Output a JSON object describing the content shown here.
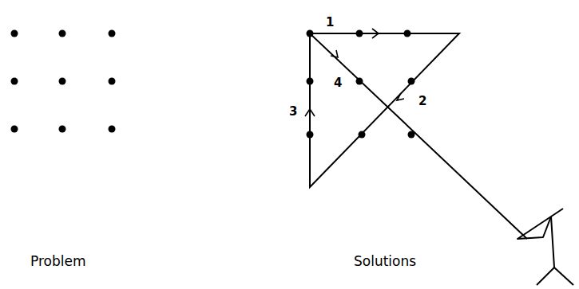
{
  "diagram": {
    "labels": [
      "Problem",
      "Solutions",
      "1",
      "2",
      "3",
      "4"
    ]
  }
}
